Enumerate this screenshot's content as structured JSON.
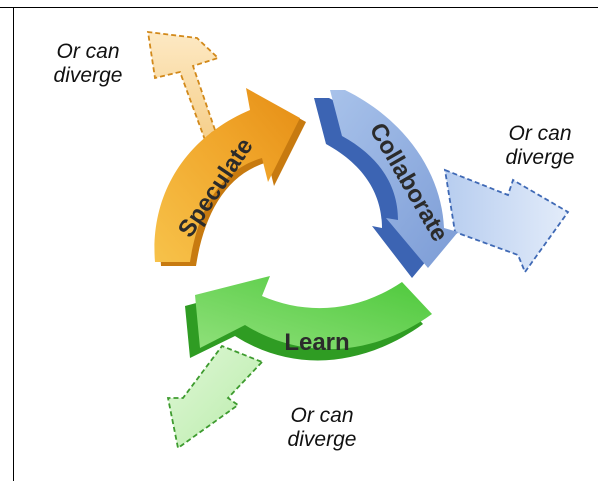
{
  "diagram": {
    "stages": [
      {
        "label": "Speculate",
        "color": "#f2a931"
      },
      {
        "label": "Collaborate",
        "color": "#8eaede"
      },
      {
        "label": "Learn",
        "color": "#66d153"
      }
    ],
    "divergence": [
      {
        "line1": "Or can",
        "line2": "diverge"
      },
      {
        "line1": "Or can",
        "line2": "diverge"
      },
      {
        "line1": "Or can",
        "line2": "diverge"
      }
    ]
  }
}
